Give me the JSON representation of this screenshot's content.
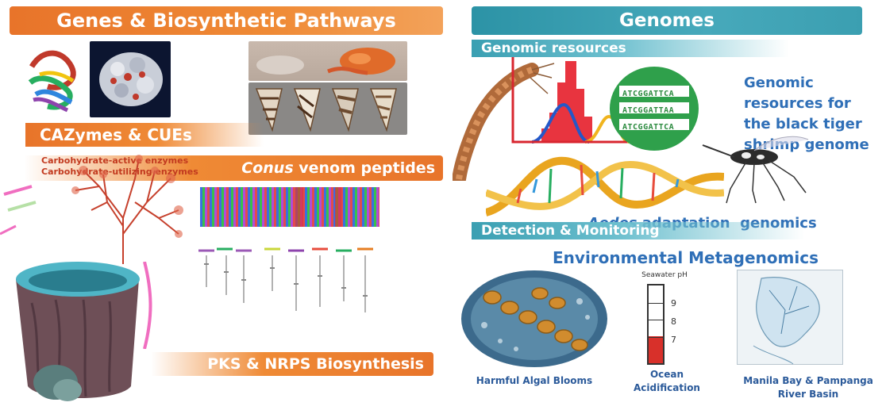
{
  "left": {
    "title": "Genes & Biosynthetic Pathways",
    "cazymes_title": "CAZymes & CUEs",
    "cazymes_line1": "Carbohydrate-active enzymes",
    "cazymes_line2": "Carbohydrate-utilizing enzymes",
    "conus_italic": "Conus",
    "conus_rest": " venom peptides",
    "pks_title": "PKS & NRPS Biosynthesis"
  },
  "right": {
    "title": "Genomes",
    "genomic_resources": "Genomic resources",
    "black_tiger_line1": "Genomic",
    "black_tiger_line2": "resources for",
    "black_tiger_line3": "the black tiger",
    "black_tiger_line4": "shrimp genome",
    "aedes_italic": "Aedes",
    "aedes_rest": " adaptation  genomics",
    "detection": "Detection & Monitoring",
    "env_meta": "Environmental Metagenomics",
    "caption_hab": "Harmful Algal Blooms",
    "caption_ocean_1": "Ocean",
    "caption_ocean_2": "Acidification",
    "caption_manila_1": "Manila Bay & Pampanga",
    "caption_manila_2": "River Basin",
    "ph_label": "Seawater pH",
    "ph_ticks": [
      "9",
      "8",
      "7"
    ],
    "seq_rows": [
      "ATCGGATTCA",
      "ATCGGATTAA",
      "ATCGGATTCA"
    ]
  },
  "colors": {
    "orange": "#e8742a",
    "teal": "#2c93a6",
    "blue_text": "#2f6fb7"
  }
}
